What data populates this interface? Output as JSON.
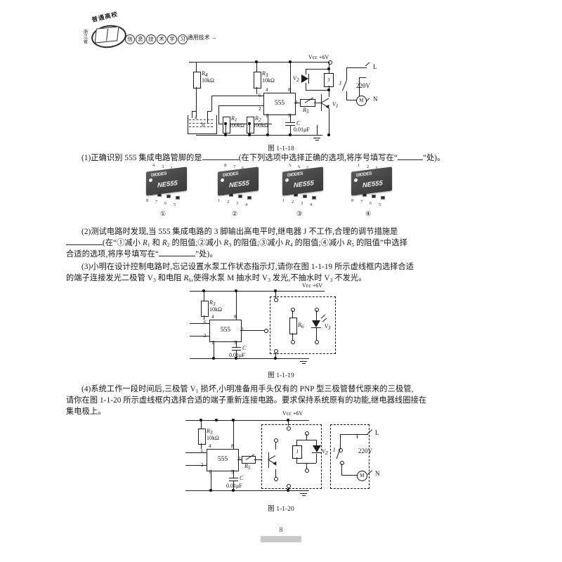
{
  "header": {
    "logo_top_text": "普通高校",
    "logo_side_text": "浙江省",
    "logo_circles": [
      "信",
      "息",
      "技",
      "术",
      "学",
      "习"
    ],
    "logo_tail": "· 通用技术 →"
  },
  "figures": {
    "fig1": {
      "caption": "图 1-1-18",
      "supply_label": "Vcc +6V",
      "ic_label": "555",
      "components": [
        {
          "name": "R4",
          "label": "R",
          "sub": "4",
          "value": "10kΩ"
        },
        {
          "name": "R3",
          "label": "R",
          "sub": "3",
          "value": "10kΩ"
        },
        {
          "name": "R1",
          "label": "R",
          "sub": "1",
          "value": "100kΩ"
        },
        {
          "name": "R2",
          "label": "R",
          "sub": "2",
          "value": "100kΩ"
        },
        {
          "name": "R5",
          "label": "R",
          "sub": "5",
          "value": ""
        },
        {
          "name": "C",
          "label": "C",
          "sub": "",
          "value": "0.01μF"
        }
      ],
      "pins": [
        "4",
        "8",
        "6",
        "2",
        "1",
        "5",
        "3"
      ],
      "diode_label": "V2",
      "transistor_label": "V1",
      "relay_label": "J",
      "relay_contact_label": "J",
      "mains_label": "220V",
      "line_label": "L",
      "neutral_label": "N",
      "motor_label": "M",
      "tank_electrodes": [
        "a",
        "b"
      ]
    },
    "fig2": {
      "caption": "图 1-1-19",
      "supply_label": "Vcc +6V",
      "ic_label": "555",
      "components": [
        {
          "name": "R3",
          "label": "R",
          "sub": "3",
          "value": "10kΩ"
        },
        {
          "name": "R6",
          "label": "R",
          "sub": "6",
          "value": ""
        },
        {
          "name": "C",
          "label": "C",
          "sub": "",
          "value": "0.01μF"
        }
      ],
      "pins": [
        "4",
        "8",
        "6",
        "2",
        "1",
        "5",
        "3"
      ],
      "led_label": "V3"
    },
    "fig3": {
      "caption": "图 1-1-20",
      "supply_label": "Vcc   +6V",
      "ic_label": "555",
      "components": [
        {
          "name": "R3",
          "label": "R",
          "sub": "3",
          "value": "10kΩ"
        },
        {
          "name": "R5",
          "label": "R",
          "sub": "5",
          "value": ""
        },
        {
          "name": "C",
          "label": "C",
          "sub": "",
          "value": "0.01μF"
        }
      ],
      "pins": [
        "4",
        "8",
        "6",
        "2",
        "1",
        "5",
        "3"
      ],
      "relay_label": "J",
      "diode_label": "V2",
      "relay_contact_label": "J",
      "mains_label": "220V",
      "line_label": "L",
      "neutral_label": "N",
      "motor_label": "M"
    }
  },
  "questions": {
    "q1": {
      "number": "(1)",
      "text_a": "正确识别 555 集成电路管脚的是",
      "text_b": "(在下列选项中选择正确的选项,将序号填写在“",
      "text_c": "”处)。"
    },
    "q2": {
      "number": "(2)",
      "line1": "测试电路时发现,当 555 集成电路的 3 脚输出高电平时,继电器 J 不工作,合理的调节措施是",
      "opt_intro": "(在“",
      "opt1_pre": "①减小 ",
      "opt1_r1": "R",
      "opt1_r1_sub": "1",
      "opt1_mid": " 和 ",
      "opt1_r2": "R",
      "opt1_r2_sub": "2",
      "opt1_post": " 的阻值;",
      "opt2_pre": "②减小 ",
      "opt2_r": "R",
      "opt2_r_sub": "3",
      "opt2_post": " 的阻值;",
      "opt3_pre": "③减小 ",
      "opt3_r": "R",
      "opt3_r_sub": "4",
      "opt3_post": " 的阻值;",
      "opt4_pre": "④减小 ",
      "opt4_r": "R",
      "opt4_r_sub": "5",
      "opt4_post": " 的阻值”中选择",
      "line3_a": "合适的选项,将序号填写在“",
      "line3_b": "”处)。"
    },
    "q3": {
      "number": "(3)",
      "line1": "小明在设计控制电路时,忘记设置水泵工作状态指示灯,请你在图 1-1-19 所示虚线框内选择合适",
      "line2_a": "的端子连接发光二极管 V",
      "line2_a_sub": "3",
      "line2_b": " 和电阻 ",
      "line2_r": "R",
      "line2_r_sub": "6",
      "line2_c": ",使得水泵 M 抽水时 V",
      "line2_c_sub": "3",
      "line2_d": " 发光,不抽水时 V",
      "line2_d_sub": "3",
      "line2_e": " 不发光。"
    },
    "q4": {
      "number": "(4)",
      "line1_a": "系统工作一段时间后,三极管 V",
      "line1_sub": "1",
      "line1_b": " 损坏,小明准备用手头仅有的 PNP 型三极管替代原来的三极管,",
      "line2": "请你在图 1-1-20 所示虚线框内选择合适的端子重新连接电路。要求保持系统原有的功能,继电器线圈接在",
      "line3": "集电极上。"
    }
  },
  "chip_options": {
    "labels": [
      "①",
      "②",
      "③",
      "④"
    ],
    "brand": "DIODES",
    "part": "NE555",
    "items": [
      {
        "top": [
          "4",
          "3",
          "2",
          "1"
        ],
        "bottom": [
          "8",
          "7",
          "6",
          "5"
        ]
      },
      {
        "top": [
          "8",
          "7",
          "6",
          "5"
        ],
        "bottom": [
          "1",
          "2",
          "3",
          "4"
        ]
      },
      {
        "top": [
          "5",
          "6",
          "7",
          "8"
        ],
        "bottom": [
          "1",
          "2",
          "3",
          "4"
        ]
      },
      {
        "top": [
          "1",
          "2",
          "3",
          "4"
        ],
        "bottom": [
          "8",
          "7",
          "6",
          "5"
        ]
      }
    ]
  },
  "footer": {
    "page_number": "8"
  }
}
